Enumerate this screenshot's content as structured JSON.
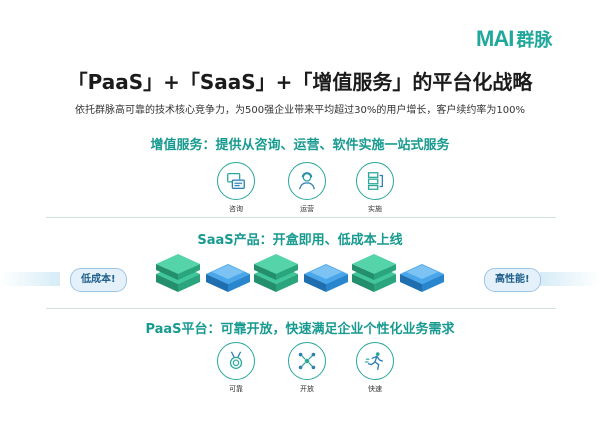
{
  "brand": {
    "logo_mark": "MAI",
    "logo_text": "群脉"
  },
  "hero": {
    "title": "「PaaS」+「SaaS」+「增值服务」的平台化战略",
    "subtitle": "依托群脉高可靠的技术核心竞争力，为500强企业带来平均超过30%的用户增长，客户续约率为100%"
  },
  "value_added": {
    "title": "增值服务：提供从咨询、运营、软件实施一站式服务",
    "items": [
      {
        "label": "咨询",
        "icon": "consulting-icon"
      },
      {
        "label": "运营",
        "icon": "operations-icon"
      },
      {
        "label": "实施",
        "icon": "implementation-icon"
      }
    ]
  },
  "saas": {
    "title": "SaaS产品：开盒即用、低成本上线",
    "left_pill": "低成本!",
    "right_pill": "高性能!"
  },
  "paas": {
    "title": "PaaS平台：可靠开放，快速满足企业个性化业务需求",
    "items": [
      {
        "label": "可靠",
        "icon": "reliable-medal-icon"
      },
      {
        "label": "开放",
        "icon": "open-network-icon"
      },
      {
        "label": "快速",
        "icon": "fast-runner-icon"
      }
    ]
  },
  "colors": {
    "accent": "#179a8f",
    "green_block": "#2fb38a",
    "blue_block": "#2f8fd8"
  }
}
